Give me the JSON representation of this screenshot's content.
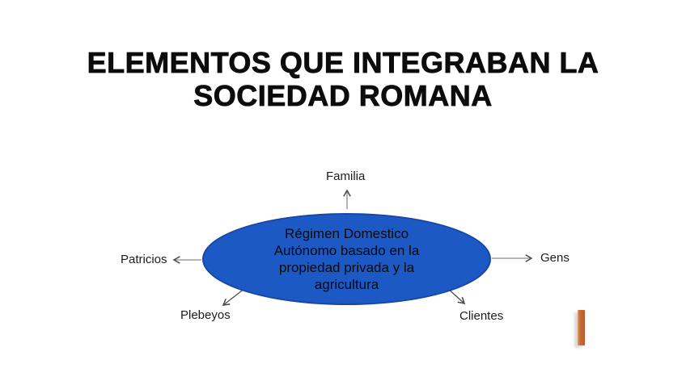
{
  "slide": {
    "title_line1": "ELEMENTOS QUE INTEGRABAN LA",
    "title_line2": "SOCIEDAD ROMANA"
  },
  "diagram": {
    "type": "radial-concept-map",
    "center": {
      "full_text": "Régimen Domestico Autónomo basado en la propiedad privada y la agricultura",
      "lines": [
        "Régimen Domestico",
        "Autónomo basado en la",
        "propiedad privada y la",
        "agricultura"
      ]
    },
    "nodes": [
      {
        "label": "Familia",
        "position": "top"
      },
      {
        "label": "Gens",
        "position": "right"
      },
      {
        "label": "Clientes",
        "position": "bottom-right"
      },
      {
        "label": "Plebeyos",
        "position": "bottom-left"
      },
      {
        "label": "Patricios",
        "position": "left"
      }
    ],
    "colors": {
      "ellipse_fill": "#1c59c5",
      "ellipse_border": "#1747a3",
      "arrow_line_straight": "#8a8a8a",
      "arrow_line_diagonal": "#4d4d4d",
      "arrow_head": "#4d4d4d",
      "text": "#0c0c0c"
    }
  },
  "decor": {
    "accent_bar_color": "#bd5c2c"
  }
}
